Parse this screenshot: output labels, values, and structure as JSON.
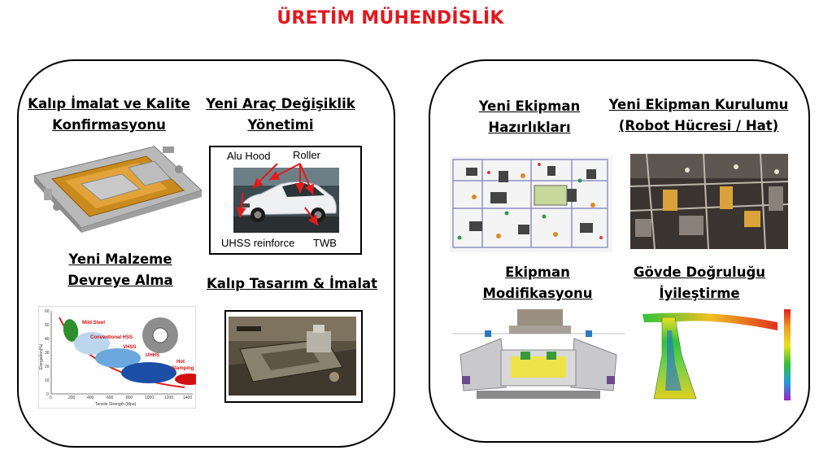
{
  "page_title": "ÜRETİM MÜHENDİSLİK",
  "left_panel": {
    "kalip_imalat": {
      "line1": "Kalıp İmalat ve Kalite",
      "line2": "Konfirmasyonu"
    },
    "arac_degisiklik": {
      "line1": "Yeni Araç Değişiklik",
      "line2": "Yönetimi"
    },
    "malzeme": {
      "line1": "Yeni Malzeme",
      "line2": "Devreye Alma"
    },
    "kalip_tasarim": {
      "line1": "Kalıp Tasarım & İmalat"
    },
    "car_annotations": {
      "alu_hood": "Alu Hood",
      "roller": "Roller",
      "uhss": "UHSS reinforce",
      "twb": "TWB"
    },
    "steel_chart": {
      "ylabel": "Elongation(%)",
      "xlabel": "Tensile Strength (Mpa)",
      "yticks": [
        "60",
        "50",
        "40",
        "30",
        "20",
        "10",
        "0"
      ],
      "xticks": [
        "0",
        "200",
        "400",
        "600",
        "800",
        "1000",
        "1200",
        "1400"
      ],
      "groups": [
        "Mild Steel",
        "Conventional HSS",
        "VHSS",
        "UHHS",
        "Hot",
        "Stamping"
      ]
    }
  },
  "right_panel": {
    "ekipman_hazirlik": {
      "line1": "Yeni Ekipman",
      "line2": "Hazırlıkları"
    },
    "ekipman_kurulum": {
      "line1": "Yeni Ekipman Kurulumu",
      "line2": "(Robot Hücresi / Hat)"
    },
    "ekipman_modifikasyon": {
      "line1": "Ekipman",
      "line2": "Modifikasyonu"
    },
    "govde_dogruluk": {
      "line1": "Gövde Doğruluğu",
      "line2": "İyileştirme"
    }
  },
  "colors": {
    "title": "#e0191f",
    "arrow": "#e31b1b"
  }
}
